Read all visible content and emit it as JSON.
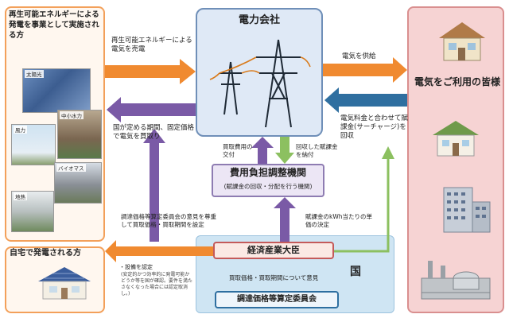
{
  "left_panel": {
    "title": "再生可能エネルギーによる発電を事業として実施される方",
    "photos": [
      "太陽光",
      "中小水力",
      "風力",
      "バイオマス",
      "地熱"
    ],
    "home_label": "自宅で発電される方"
  },
  "center": {
    "power_company": "電力会社",
    "cost_org_title": "費用負担調整機関",
    "cost_org_sub": "(賦課金の回収・分配を行う機関)",
    "minister": "経済産業大臣",
    "committee": "調達価格等算定委員会",
    "country": "国"
  },
  "right_panel": {
    "title": "電気をご利用の皆様"
  },
  "labels": {
    "sell_power": "再生可能エネルギーによる電気を売電",
    "buy_power": "国が定める期間、固定価格で電気を買取り",
    "supply": "電気を供給",
    "surcharge": "電気料金と合わせて賦課金(サーチャージ)を回収",
    "cost_grant": "買取費用の交付",
    "surcharge_pay": "回収した賦課金を納付",
    "price_set": "調達価格等算定委員会の意見を尊重して買取価格・買取期間を設定",
    "unit_price": "賦課金のkWh当たりの単価の決定",
    "opinion": "買取価格・買取期間について意見",
    "certify_title": "・設備を認定",
    "certify_note": "(安定的かつ効率的に発電可能かどうか等を国が確認。要件を満たさなくなった場合には認定取消し。)"
  },
  "colors": {
    "orange": "#f08a30",
    "purple": "#7a5aa6",
    "green": "#8cc060",
    "blue": "#2f6fa0",
    "left_border": "#f3a05a",
    "right_bg": "#f6d3d3",
    "center_bg": "#dfe9f6"
  },
  "icons": [
    "power-tower-icon",
    "house-icon",
    "building-icon",
    "factory-icon",
    "solar-roof-icon"
  ]
}
